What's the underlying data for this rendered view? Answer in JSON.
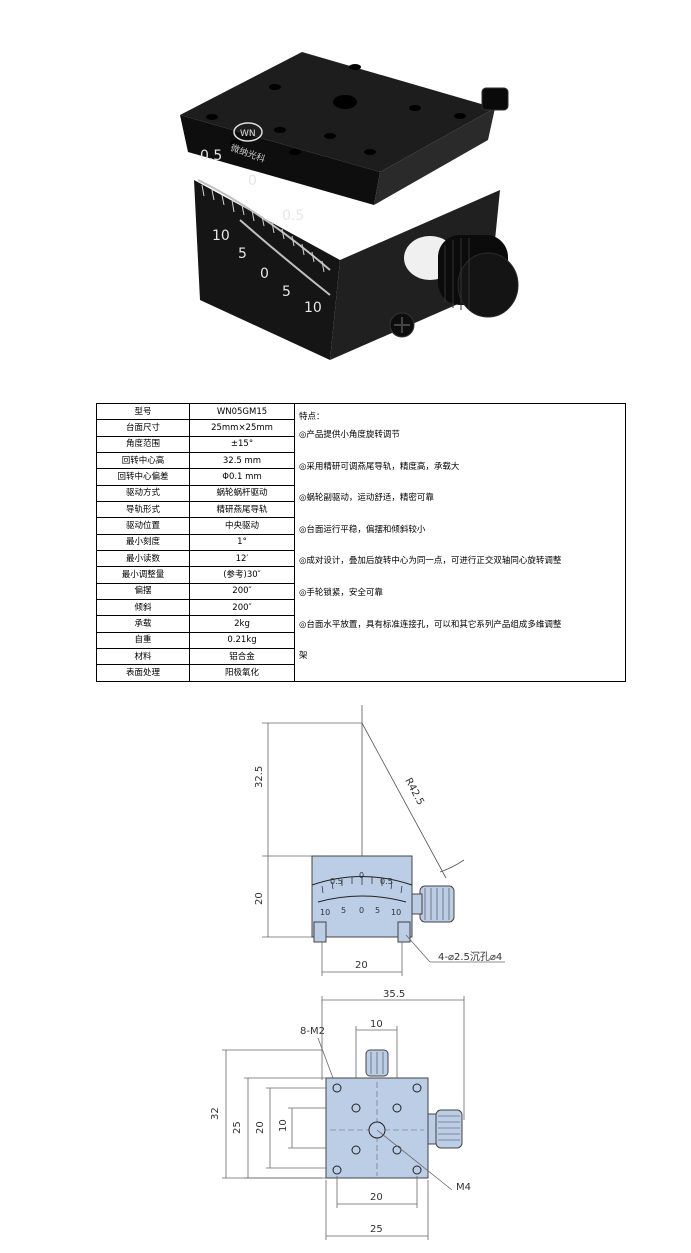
{
  "photo": {
    "logo_text": "WN",
    "brand_text": "微纳光科",
    "scale_labels": [
      "0.5",
      "0",
      "0.5",
      "10",
      "5",
      "0",
      "5",
      "10"
    ]
  },
  "spec_table": {
    "rows": [
      {
        "key": "型号",
        "value": "WN05GM15"
      },
      {
        "key": "台面尺寸",
        "value": "25mm×25mm"
      },
      {
        "key": "角度范围",
        "value": "±15°"
      },
      {
        "key": "回转中心高",
        "value": "32.5 mm"
      },
      {
        "key": "回转中心偏差",
        "value": "Φ0.1 mm"
      },
      {
        "key": "驱动方式",
        "value": "蜗轮蜗杆驱动"
      },
      {
        "key": "导轨形式",
        "value": "精研燕尾导轨"
      },
      {
        "key": "驱动位置",
        "value": "中央驱动"
      },
      {
        "key": "最小刻度",
        "value": "1°"
      },
      {
        "key": "最小读数",
        "value": "12′"
      },
      {
        "key": "最小调整量",
        "value": "(参考)30″"
      },
      {
        "key": "偏摆",
        "value": "200″"
      },
      {
        "key": "倾斜",
        "value": "200″"
      },
      {
        "key": "承载",
        "value": "2kg"
      },
      {
        "key": "自重",
        "value": "0.21kg"
      },
      {
        "key": "材料",
        "value": "铝合金"
      },
      {
        "key": "表面处理",
        "value": "阳极氧化"
      }
    ],
    "features_title": "特点：",
    "features": [
      "◎产品提供小角度旋转调节",
      "◎采用精研可调燕尾导轨，精度高，承载大",
      "◎蜗轮副驱动，运动舒适，精密可靠",
      "◎台面运行平稳，偏摆和倾斜较小",
      "◎成对设计，叠加后旋转中心为同一点，可进行正交双轴同心旋转调整",
      "◎手轮锁紧，安全可靠",
      "◎台面水平放置，具有标准连接孔，可以和其它系列产品组成多维调整",
      "架"
    ]
  },
  "side_view": {
    "dim_height_total": "32.5",
    "dim_radius": "R42.5",
    "dim_body_height": "20",
    "dim_body_width": "20",
    "hole_note": "4-⌀2.5沉孔⌀4",
    "scale_top": [
      "0.5",
      "0",
      "0.5"
    ],
    "scale_bottom": [
      "10",
      "5",
      "0",
      "5",
      "10"
    ]
  },
  "top_view": {
    "dim_overall_width": "35.5",
    "dim_hole_spacing_top": "10",
    "label_m2": "8-M2",
    "dim_left_32": "32",
    "dim_left_25": "25",
    "dim_left_20": "20",
    "dim_left_10": "10",
    "dim_bottom_20": "20",
    "dim_bottom_25": "25",
    "label_m4": "M4"
  }
}
